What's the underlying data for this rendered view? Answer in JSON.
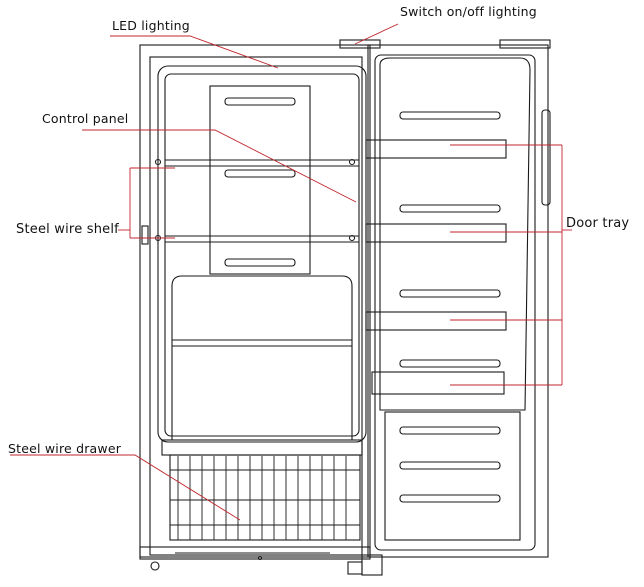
{
  "labels": {
    "led_lighting": "LED lighting",
    "switch_lighting": "Switch on/off lighting",
    "control_panel": "Control panel",
    "steel_wire_shelf": "Steel wire shelf",
    "door_tray": "Door tray",
    "steel_wire_drawer": "Steel wire drawer"
  },
  "colors": {
    "line": "#1a1a1a",
    "leader": "#c0262c"
  }
}
